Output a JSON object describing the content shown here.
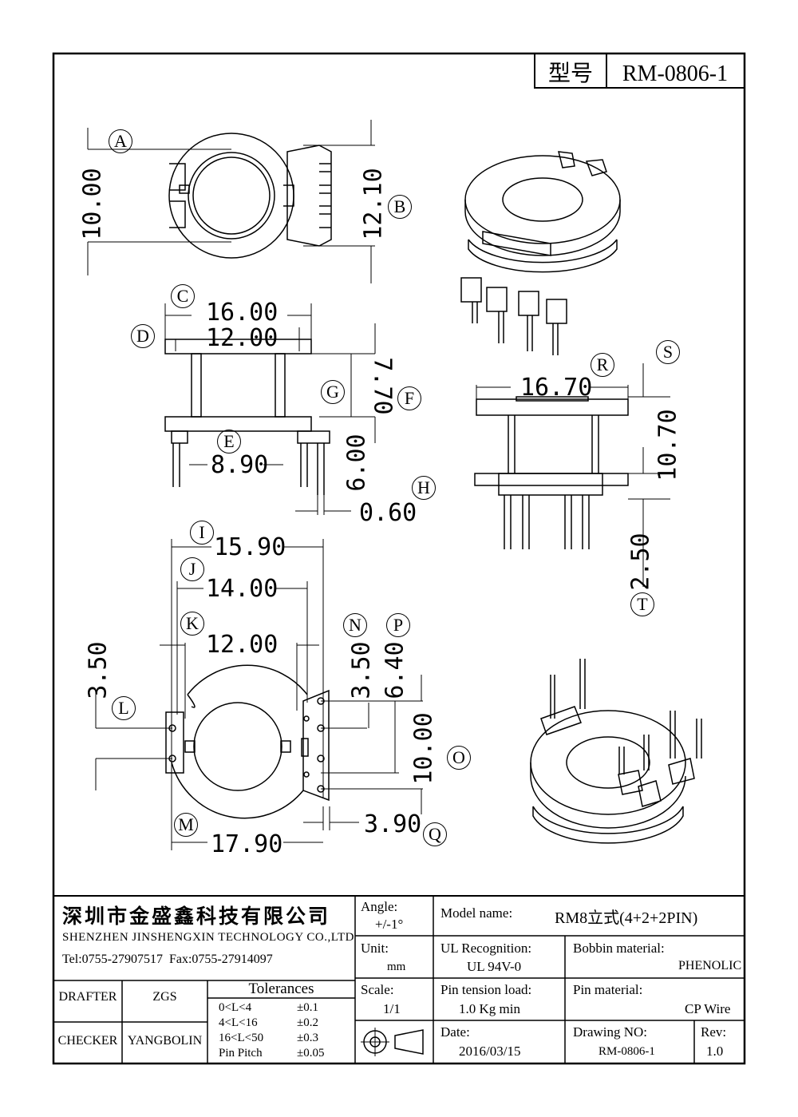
{
  "model_box": {
    "label": "型号",
    "value": "RM-0806-1"
  },
  "dimensions": {
    "A": "10.00",
    "B": "12.10",
    "C": "16.00",
    "D": "12.00",
    "E": "8.90",
    "F": "7.70",
    "G": "6.00",
    "H": "0.60",
    "I": "15.90",
    "J": "14.00",
    "K": "12.00",
    "L": "3.50",
    "M": "17.90",
    "N": "3.50",
    "O": "10.00",
    "P": "6.40",
    "Q": "3.90",
    "R": "16.70",
    "S": "10.70",
    "T": "2.50"
  },
  "markers": [
    "A",
    "B",
    "C",
    "D",
    "E",
    "F",
    "G",
    "H",
    "I",
    "J",
    "K",
    "L",
    "M",
    "N",
    "O",
    "P",
    "Q",
    "R",
    "S",
    "T"
  ],
  "title_block": {
    "company_cn": "深圳市金盛鑫科技有限公司",
    "company_en": "SHENZHEN JINSHENGXIN TECHNOLOGY CO.,LTD",
    "contact": "Tel:0755-27907517  Fax:0755-27914097",
    "drafter_label": "DRAFTER",
    "drafter": "ZGS",
    "checker_label": "CHECKER",
    "checker": "YANGBOLIN",
    "tolerances_title": "Tolerances",
    "tolerances": [
      {
        "range": "0<L<4",
        "value": "±0.1"
      },
      {
        "range": "4<L<16",
        "value": "±0.2"
      },
      {
        "range": "16<L<50",
        "value": "±0.3"
      },
      {
        "range": "Pin Pitch",
        "value": "±0.05"
      }
    ],
    "angle_label": "Angle:",
    "angle": "+/-1°",
    "unit_label": "Unit:",
    "unit": "mm",
    "scale_label": "Scale:",
    "scale": "1/1",
    "model_name_label": "Model name:",
    "model_name": "RM8立式(4+2+2PIN)",
    "ul_label": "UL Recognition:",
    "ul": "UL 94V-0",
    "bobbin_label": "Bobbin material:",
    "bobbin": "PHENOLIC",
    "pin_tension_label": "Pin tension load:",
    "pin_tension": "1.0 Kg min",
    "pin_material_label": "Pin material:",
    "pin_material": "CP Wire",
    "date_label": "Date:",
    "date": "2016/03/15",
    "drawing_no_label": "Drawing NO:",
    "drawing_no": "RM-0806-1",
    "rev_label": "Rev:",
    "rev": "1.0"
  }
}
